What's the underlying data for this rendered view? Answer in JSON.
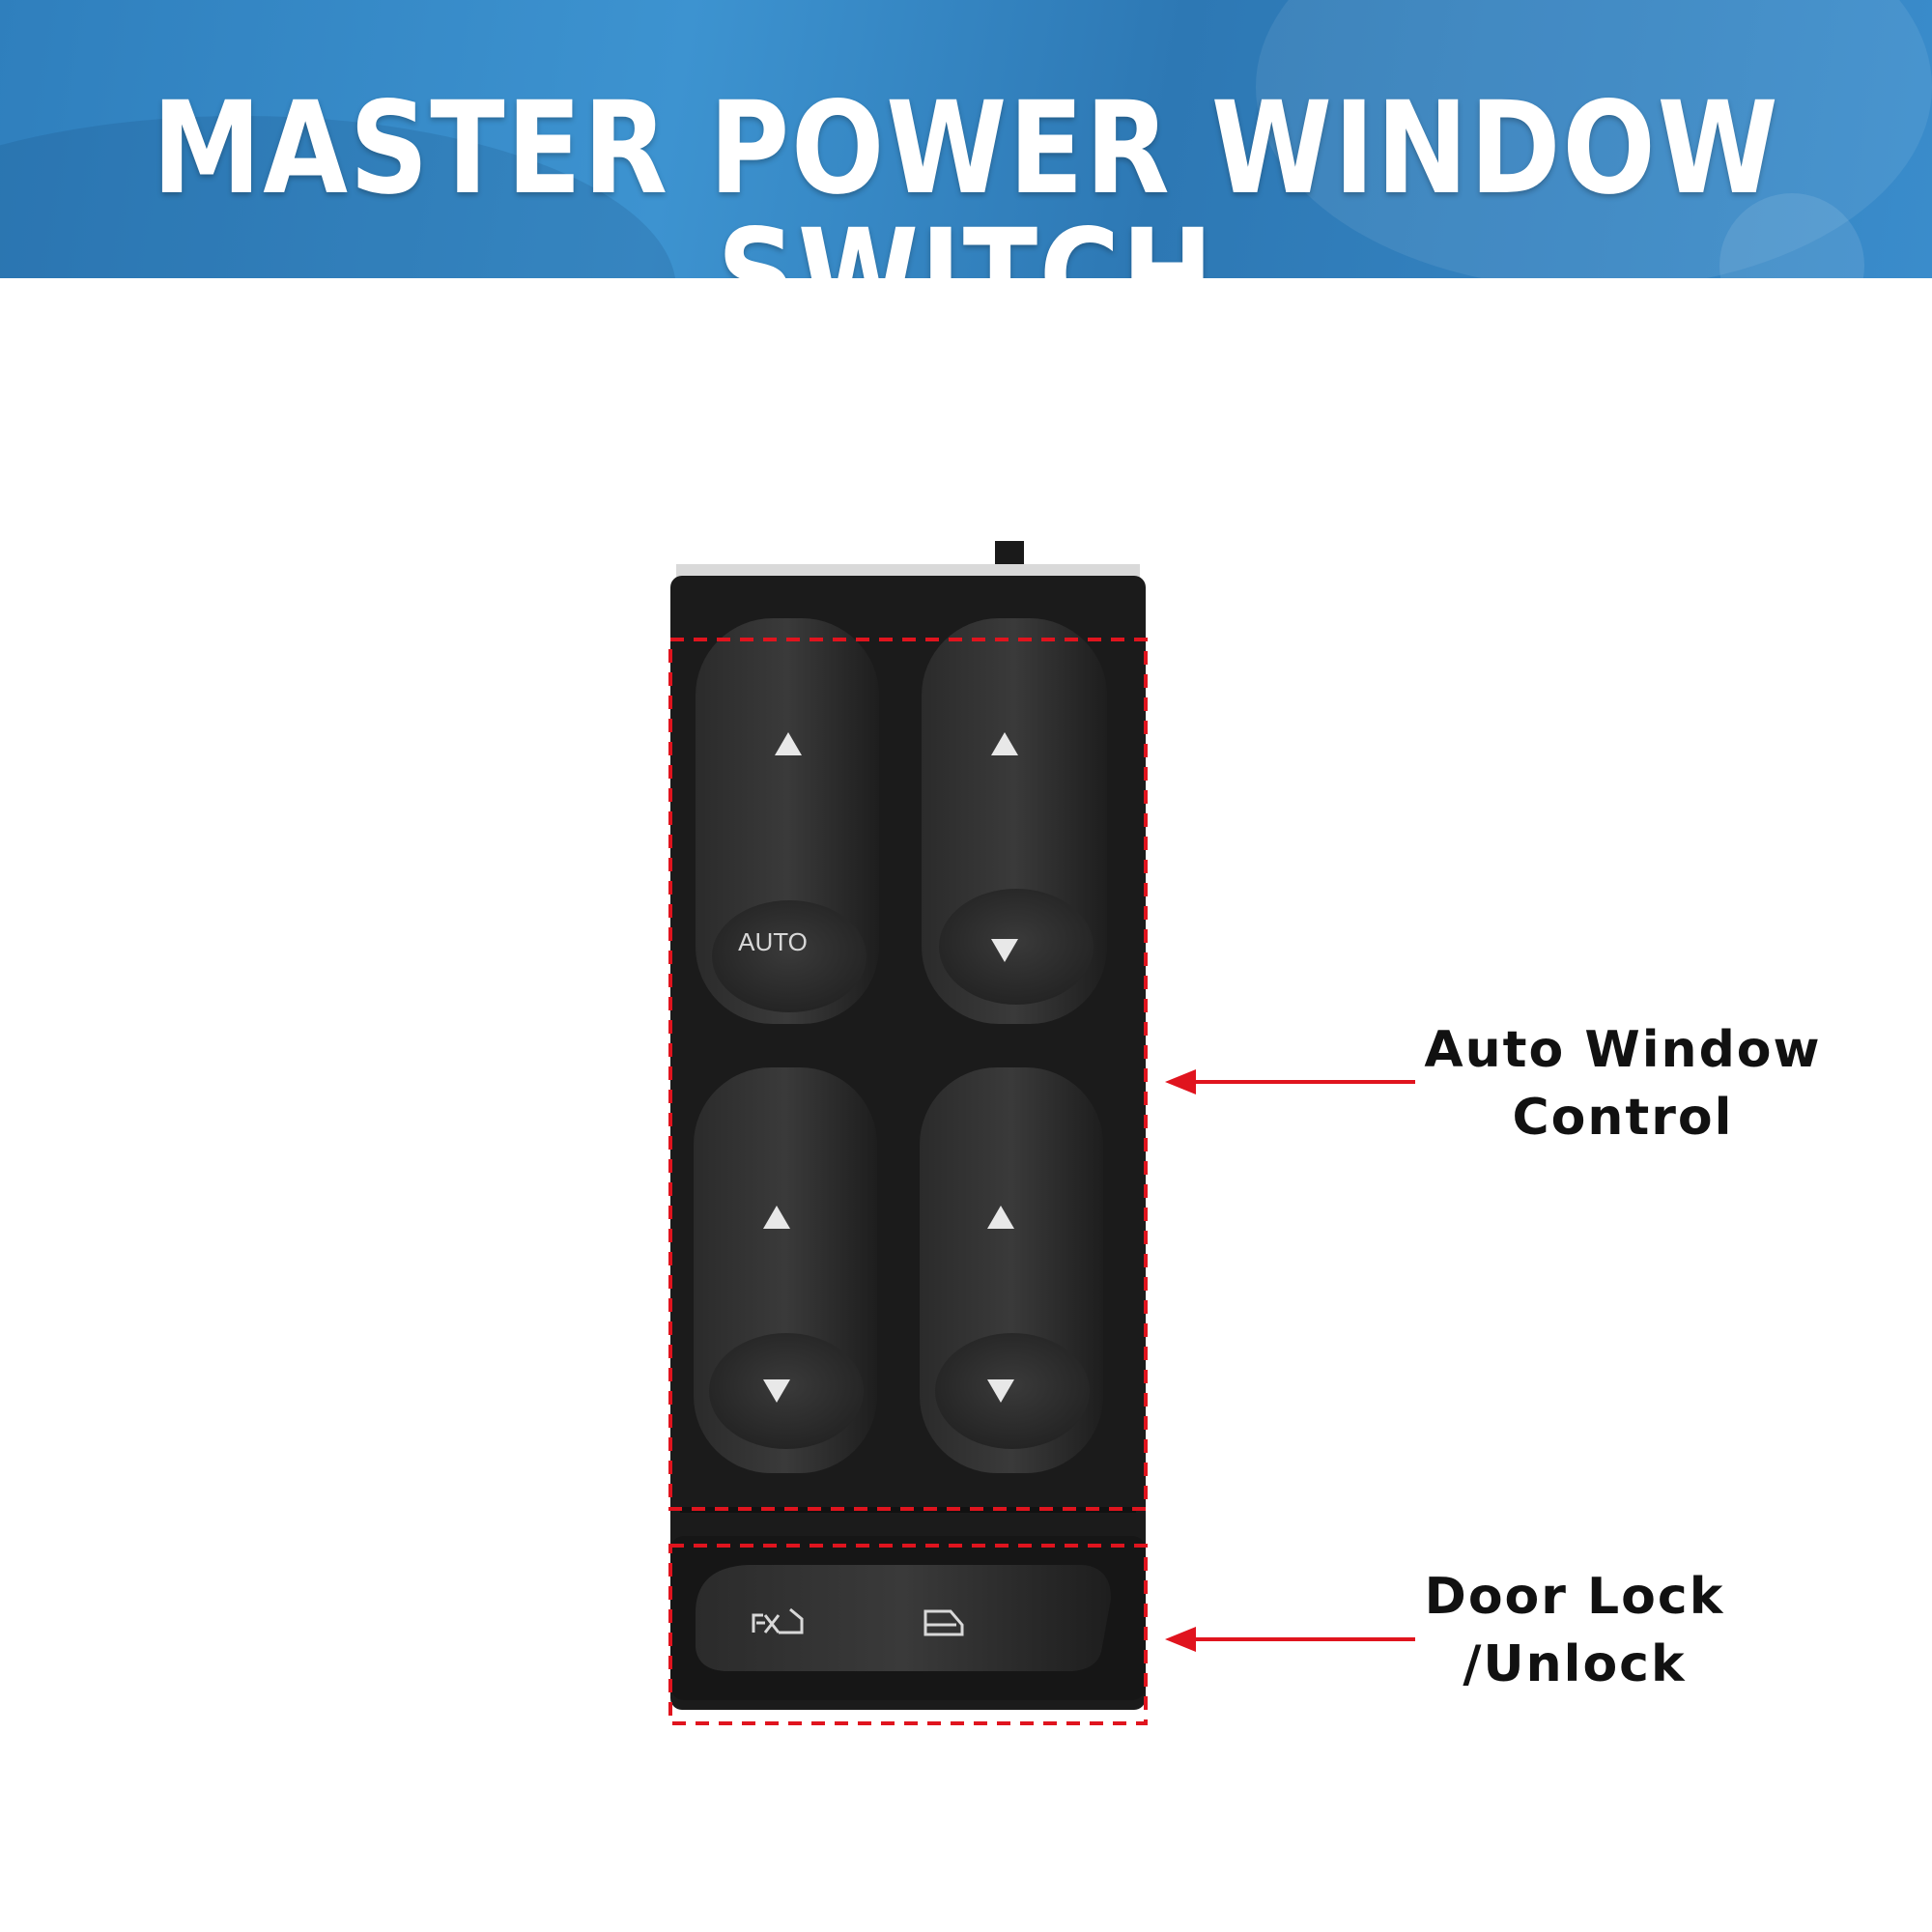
{
  "banner": {
    "title": "MASTER POWER WINDOW SWITCH",
    "background_color": "#3a8ccb",
    "title_color": "#ffffff"
  },
  "product": {
    "name": "master-power-window-switch",
    "auto_label": "AUTO",
    "switches": [
      {
        "position": "front-left",
        "up_icon": "up-triangle-icon",
        "down_label": "AUTO"
      },
      {
        "position": "front-right",
        "up_icon": "up-triangle-icon",
        "down_icon": "down-triangle-icon"
      },
      {
        "position": "rear-left",
        "up_icon": "up-triangle-icon",
        "down_icon": "down-triangle-icon"
      },
      {
        "position": "rear-right",
        "up_icon": "up-triangle-icon",
        "down_icon": "down-triangle-icon"
      }
    ],
    "lock_icons": [
      "door-unlock-icon",
      "door-lock-icon"
    ]
  },
  "callouts": {
    "auto_window": {
      "line1": "Auto Window",
      "line2": "Control"
    },
    "door_lock": {
      "line1": "Door Lock",
      "line2": "/Unlock"
    },
    "highlight_color": "#e0141e"
  }
}
